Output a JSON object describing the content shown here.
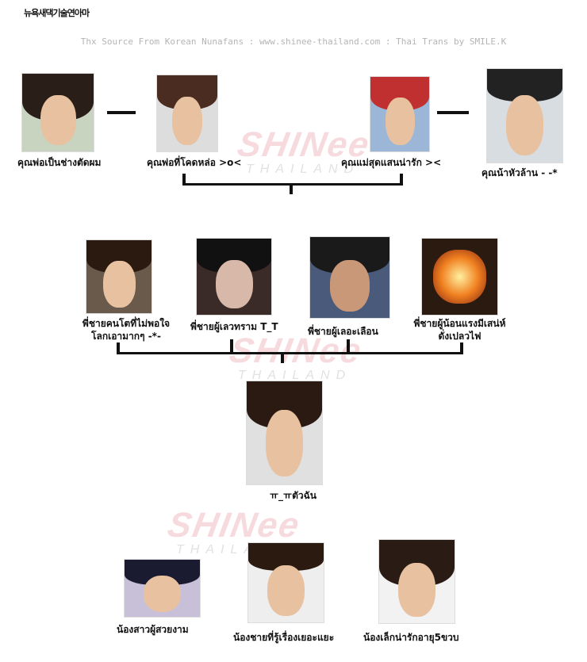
{
  "header": {
    "korean_title": "뉴욕새댁기술연아마",
    "credit": "Thx Source From Korean Nunafans : www.shinee-thailand.com : Thai Trans by SMILE.K"
  },
  "watermark": {
    "main": "SHINee",
    "sub": "THAILAND"
  },
  "generation1": [
    {
      "label": "คุณพ่อเป็นช่างตัดผม"
    },
    {
      "label": "คุณพ่อที่โคดหล่อ >o<"
    },
    {
      "label": "คุณแม่สุดแสนน่ารัก ><"
    },
    {
      "label": "คุณน้าหัวล้าน - -*"
    }
  ],
  "generation2": [
    {
      "label": "พี่ชายคนโตที่ไม่พอใจ",
      "label2": "โลกเอามากๆ -*-"
    },
    {
      "label": "พี่ชายผู้เลวทราม T_T"
    },
    {
      "label": "พี่ชายผู้เลอะเลือน"
    },
    {
      "label": "พี่ชายผู้น้อนแรงมีเสน่ห์",
      "label2": "ดั่งเปลวไฟ"
    }
  ],
  "self": {
    "label": "ㅠ_ㅠตัวฉัน"
  },
  "generation4": [
    {
      "label": "น้องสาวผู้สวยงาม"
    },
    {
      "label": "น้องชายที่รู้เรื่องเยอะแยะ"
    },
    {
      "label": "น้องเล็กน่ารักอายุ5ขวบ"
    }
  ]
}
